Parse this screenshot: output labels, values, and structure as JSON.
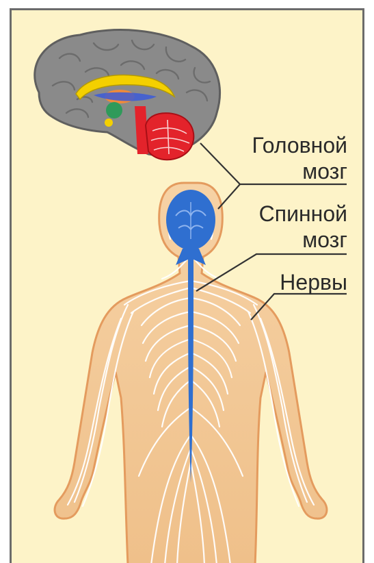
{
  "labels": {
    "brain": [
      "Головной",
      "мозг"
    ],
    "spinal_cord": [
      "Спинной",
      "мозг"
    ],
    "nerves": "Нервы"
  },
  "colors": {
    "background": "#fdf3c8",
    "frame": "#6b6b6b",
    "brain_gray": "#8a8a8a",
    "cerebellum_red": "#e3232b",
    "cns_blue": "#2f6fd0",
    "body_skin": "#f4c896",
    "nerve_white": "#ffffff",
    "leader_line": "#333333"
  }
}
